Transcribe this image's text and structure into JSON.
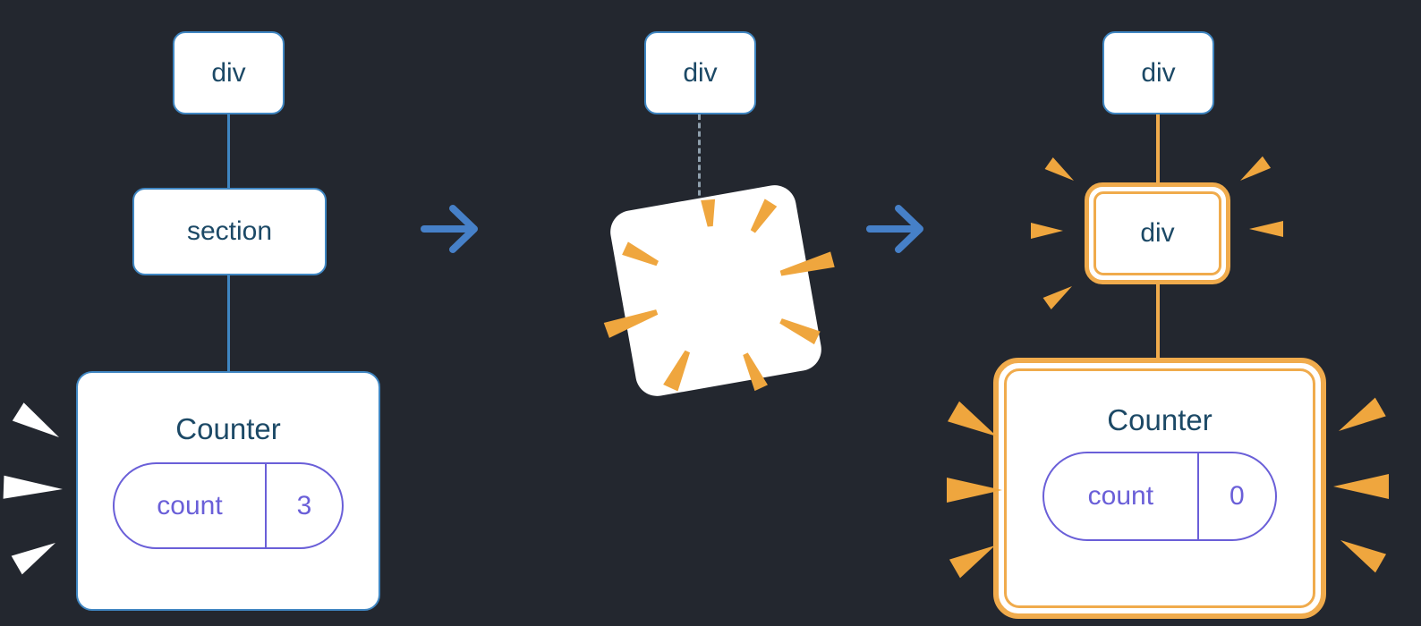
{
  "left_tree": {
    "root": "div",
    "child": "section",
    "counter": {
      "title": "Counter",
      "state_key": "count",
      "state_value": "3"
    }
  },
  "middle": {
    "root": "div"
  },
  "right_tree": {
    "root": "div",
    "child": "div",
    "counter": {
      "title": "Counter",
      "state_key": "count",
      "state_value": "0"
    }
  },
  "colors": {
    "background": "#23272f",
    "blue_border": "#3f86c2",
    "navy_text": "#1c4966",
    "purple": "#6a5fd8",
    "orange": "#f0ab4c",
    "orange_deep": "#efa63e",
    "arrow_blue": "#4680c8",
    "dash_gray": "#8fa0ad"
  }
}
